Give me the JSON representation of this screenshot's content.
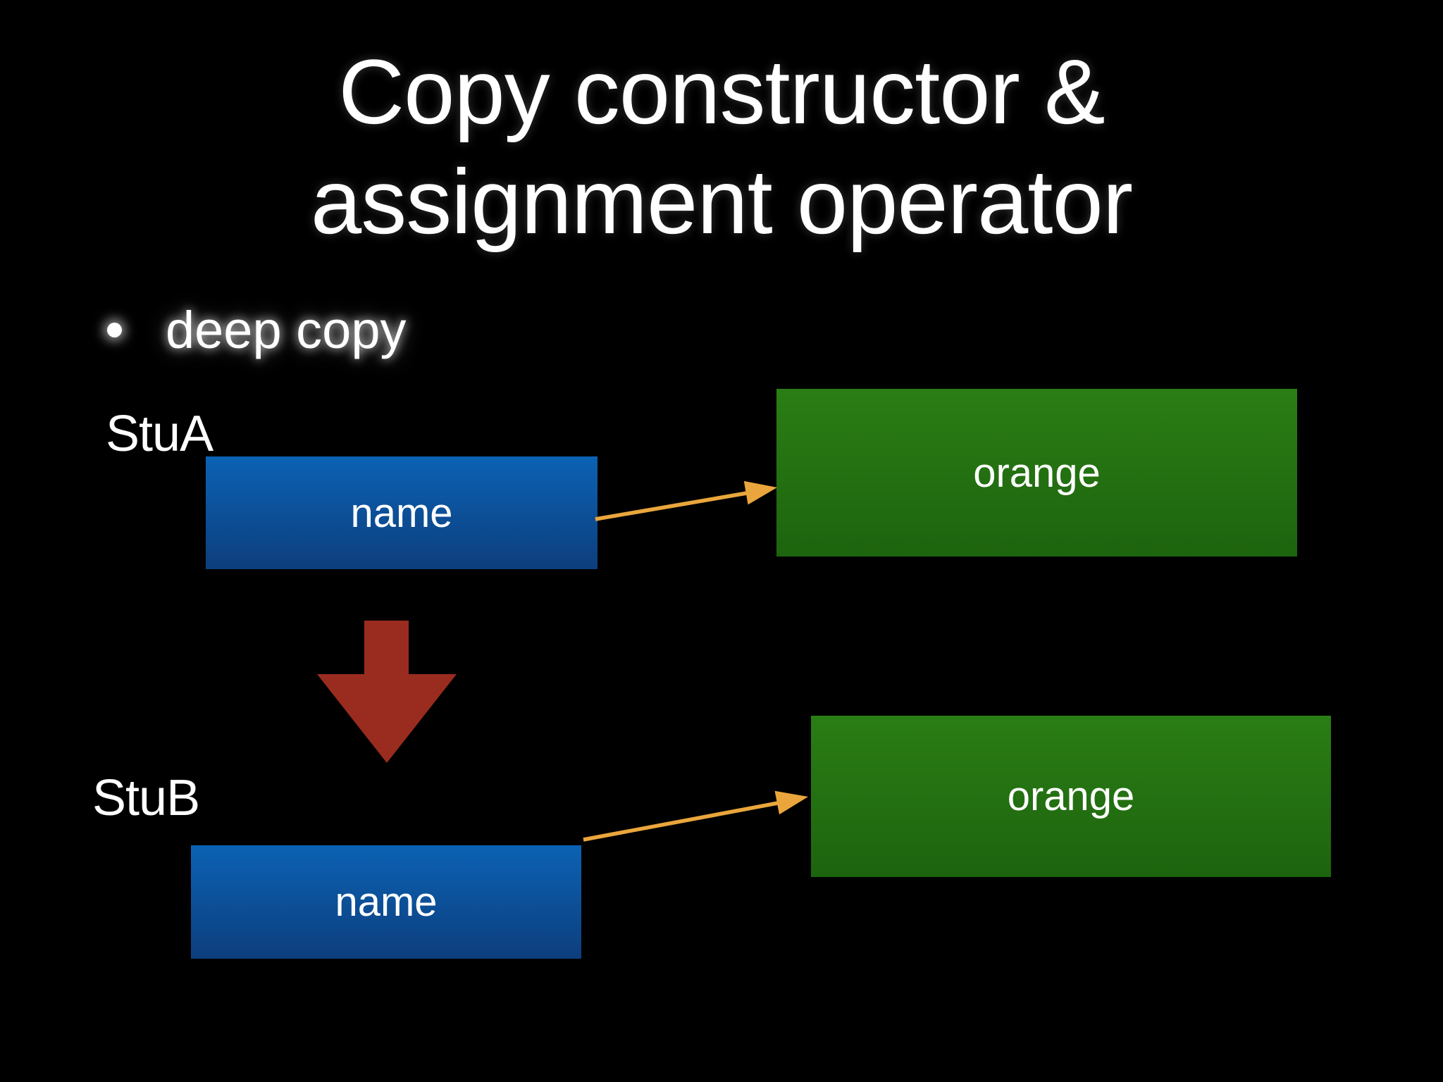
{
  "slide": {
    "title_lines": [
      "Copy constructor &",
      "assignment operator"
    ],
    "bullets": [
      {
        "label": "deep copy"
      }
    ]
  },
  "diagram": {
    "stu_a": {
      "label": "StuA",
      "pointer_field": "name",
      "heap_value": "orange"
    },
    "stu_b": {
      "label": "StuB",
      "pointer_field": "name",
      "heap_value": "orange"
    },
    "copy_arrow_icon": "down-block-arrow",
    "pointer_arrow_icon": "right-arrow"
  },
  "colors": {
    "background": "#000000",
    "text": "#ffffff",
    "pointer_box_top": "#0b62b4",
    "pointer_box_bottom": "#0d3e7d",
    "heap_box_top": "#2a7d15",
    "heap_box_bottom": "#1d640e",
    "copy_arrow_red": "#9a2c1f",
    "pointer_arrow_orange": "#eaa63c"
  }
}
